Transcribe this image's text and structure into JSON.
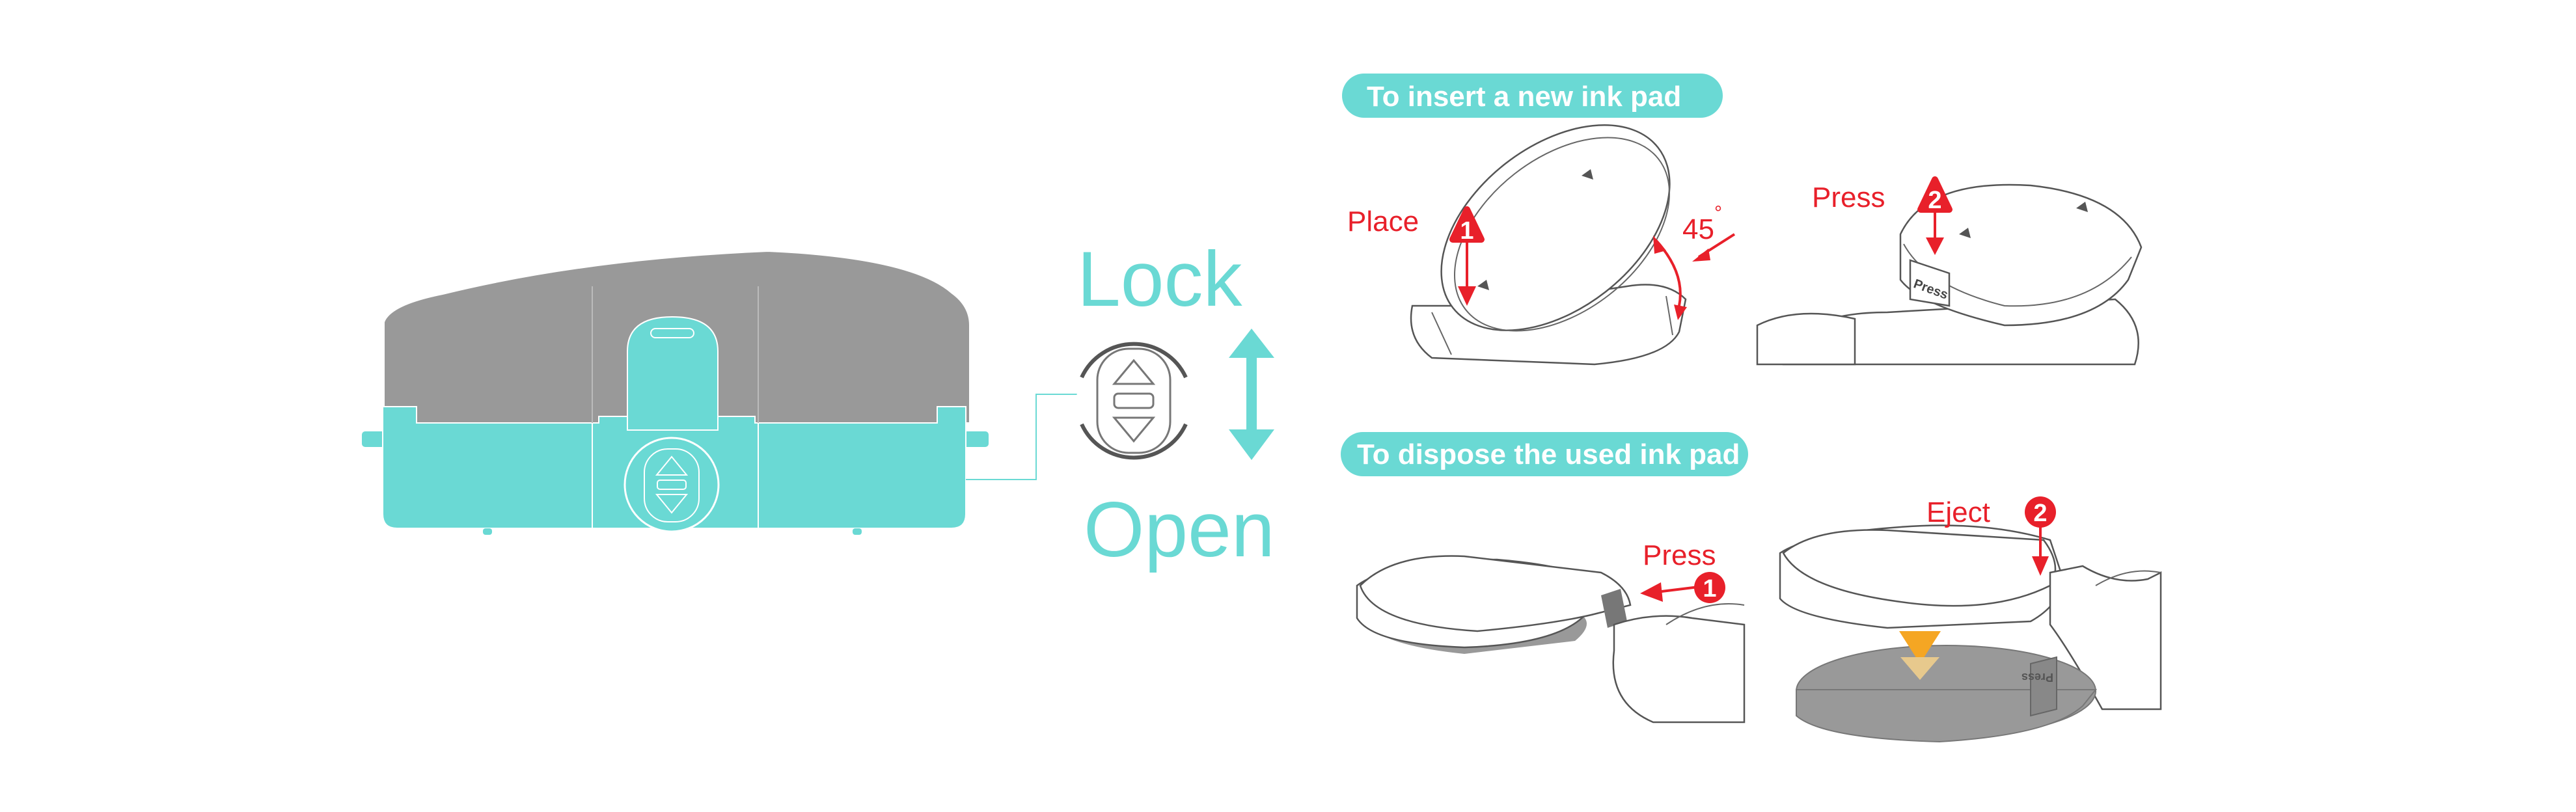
{
  "lock_guide": {
    "lock_label": "Lock",
    "open_label": "Open"
  },
  "insert": {
    "title": "To insert a new ink pad",
    "step1_label": "Place",
    "step1_number": "1",
    "angle": "45",
    "angle_unit": "°",
    "step2_label": "Press",
    "step2_number": "2",
    "tab_text": "Press"
  },
  "dispose": {
    "title": "To dispose the used ink pad",
    "step1_label": "Press",
    "step1_number": "1",
    "step2_label": "Eject",
    "step2_number": "2",
    "tab_text": "Press"
  },
  "colors": {
    "accent": "#6ad9d4",
    "device_gray": "#999999",
    "step_red": "#e8202a",
    "eject_orange": "#f5a623"
  }
}
